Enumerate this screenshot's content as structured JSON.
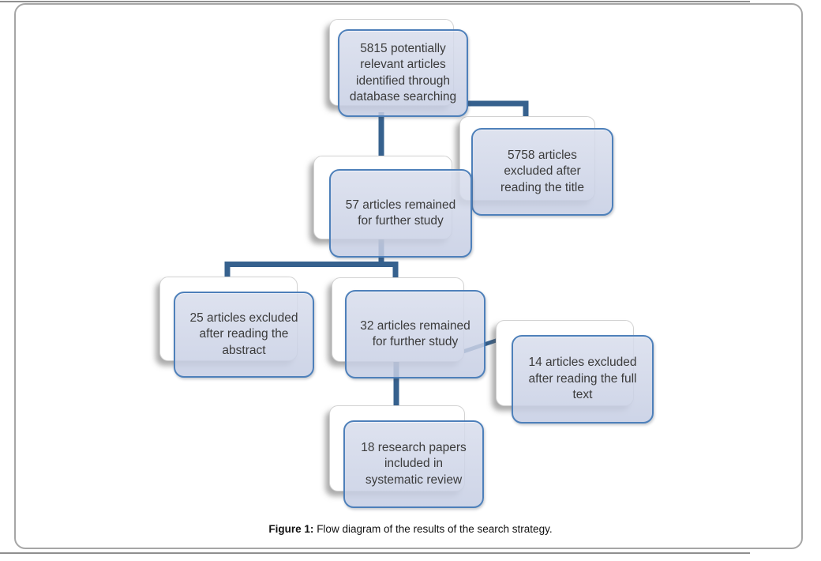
{
  "figure": {
    "caption_label": "Figure 1:",
    "caption_text": " Flow diagram of the results of the search strategy."
  },
  "colors": {
    "box_fill": "#ccd3e6",
    "box_border": "#4e80ba",
    "connector": "#36618e"
  },
  "nodes": [
    {
      "id": "identified",
      "text": "5815 potentially\nrelevant articles\nidentified through\ndatabase searching"
    },
    {
      "id": "excluded-title",
      "text": "5758 articles\nexcluded after\nreading the title"
    },
    {
      "id": "remained-57",
      "text": "57 articles remained\nfor further study"
    },
    {
      "id": "excluded-abstract",
      "text": "25 articles excluded\nafter reading the\nabstract"
    },
    {
      "id": "remained-32",
      "text": "32 articles remained\nfor further study"
    },
    {
      "id": "excluded-fulltext",
      "text": "14 articles excluded\nafter reading the full\ntext"
    },
    {
      "id": "included",
      "text": "18 research papers\nincluded in\nsystematic review"
    }
  ]
}
